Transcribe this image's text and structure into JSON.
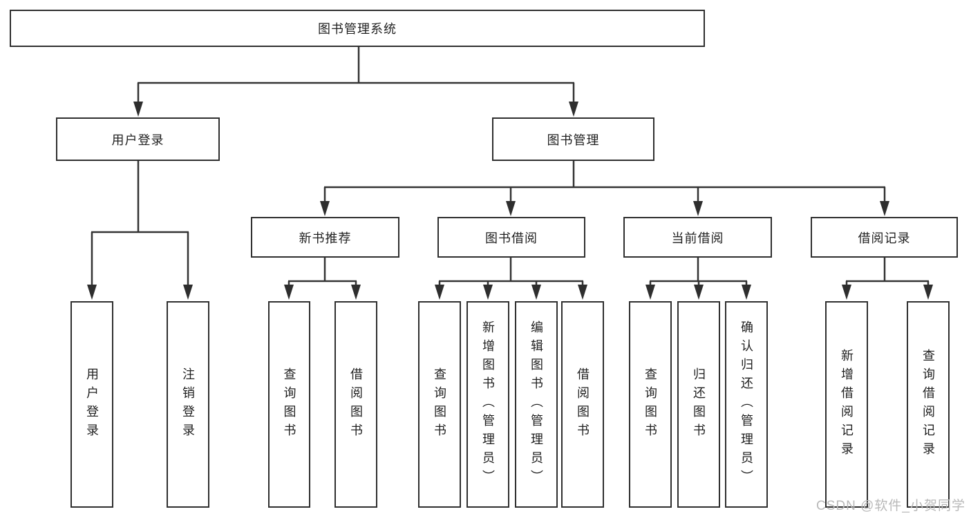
{
  "tree": {
    "label": "图书管理系统",
    "children": [
      {
        "label": "用户登录",
        "children": [
          {
            "label": "用户登录"
          },
          {
            "label": "注销登录"
          }
        ]
      },
      {
        "label": "图书管理",
        "children": [
          {
            "label": "新书推荐",
            "children": [
              {
                "label": "查询图书"
              },
              {
                "label": "借阅图书"
              }
            ]
          },
          {
            "label": "图书借阅",
            "children": [
              {
                "label": "查询图书"
              },
              {
                "label": "新增图书（管理员）"
              },
              {
                "label": "编辑图书（管理员）"
              },
              {
                "label": "借阅图书"
              }
            ]
          },
          {
            "label": "当前借阅",
            "children": [
              {
                "label": "查询图书"
              },
              {
                "label": "归还图书"
              },
              {
                "label": "确认归还（管理员）"
              }
            ]
          },
          {
            "label": "借阅记录",
            "children": [
              {
                "label": "新增借阅记录"
              },
              {
                "label": "查询借阅记录"
              }
            ]
          }
        ]
      }
    ]
  },
  "watermark": {
    "text": "CSDN @软件_小贺同学"
  },
  "colors": {
    "box_border": "#2e2e2e",
    "connector": "#333333",
    "text": "#1f1f1f",
    "watermark": "#b9b9b9",
    "background": "#ffffff"
  }
}
